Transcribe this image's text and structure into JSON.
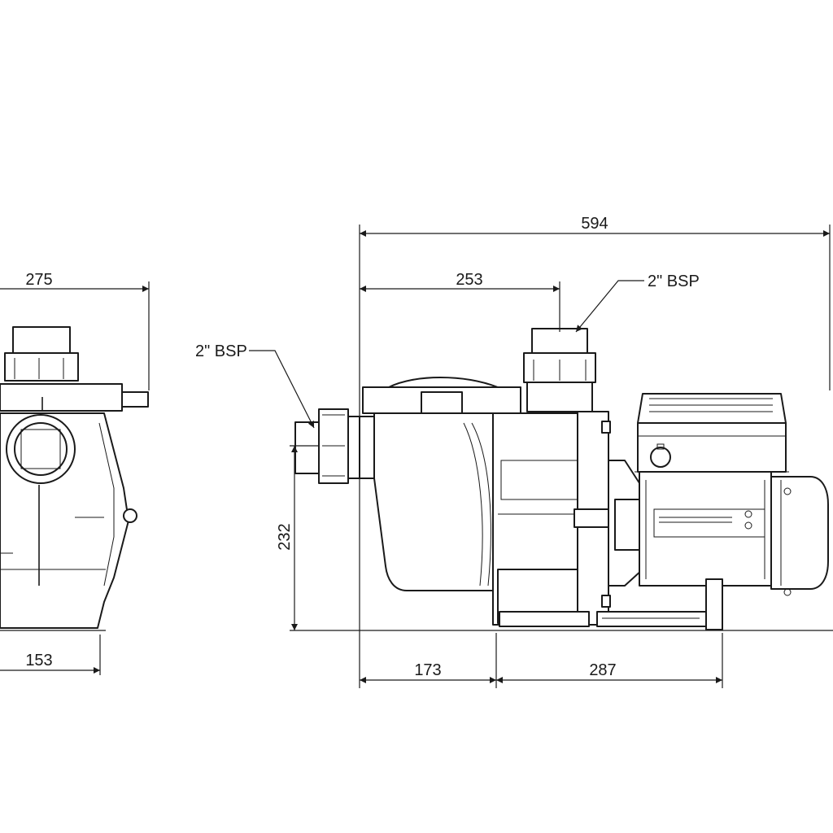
{
  "drawing": {
    "dimensions": {
      "side_width": "275",
      "side_base": "153",
      "overall_length": "594",
      "outlet_offset": "253",
      "inlet_height": "232",
      "base_front": "173",
      "base_rear": "287"
    },
    "labels": {
      "outlet_connection": "2\" BSP",
      "inlet_connection": "2\" BSP"
    }
  }
}
